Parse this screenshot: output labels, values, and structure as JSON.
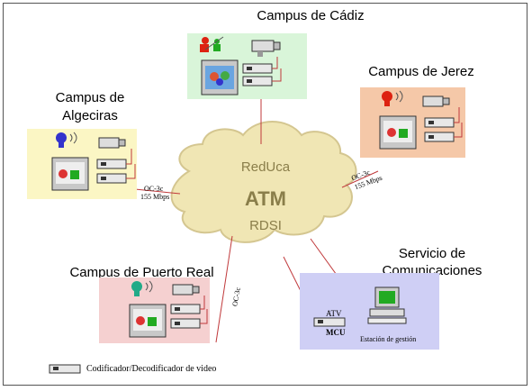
{
  "campuses": {
    "cadiz": {
      "title": "Campus de Cádiz",
      "bg": "#d9f5d9"
    },
    "jerez": {
      "title": "Campus de Jerez",
      "bg": "#f5c8a8"
    },
    "algeciras": {
      "title_line1": "Campus de",
      "title_line2": "Algeciras",
      "bg": "#fbf6c4"
    },
    "puerto_real": {
      "title": "Campus de Puerto Real",
      "bg": "#f5d0d0"
    }
  },
  "servicio": {
    "title_line1": "Servicio de",
    "title_line2": "Comunicaciones",
    "bg": "#cfcff5"
  },
  "cloud": {
    "line1": "RedUca",
    "line2": "ATM",
    "line3": "RDSI",
    "fill": "#f0e6b4"
  },
  "links": {
    "algeciras_line1": "OC-3c",
    "algeciras_line2": "155 Mbps",
    "jerez_line1": "OC-3c",
    "jerez_line2": "155 Mbps",
    "puerto_real": "OC-3c"
  },
  "devices": {
    "atv": "ATV",
    "mcu": "MCU",
    "station": "Estación de gestión"
  },
  "legend": {
    "text": "Codificador/Decodificador de video"
  },
  "colors": {
    "line": "#c0393b",
    "device_dark": "#1a1a1a"
  }
}
